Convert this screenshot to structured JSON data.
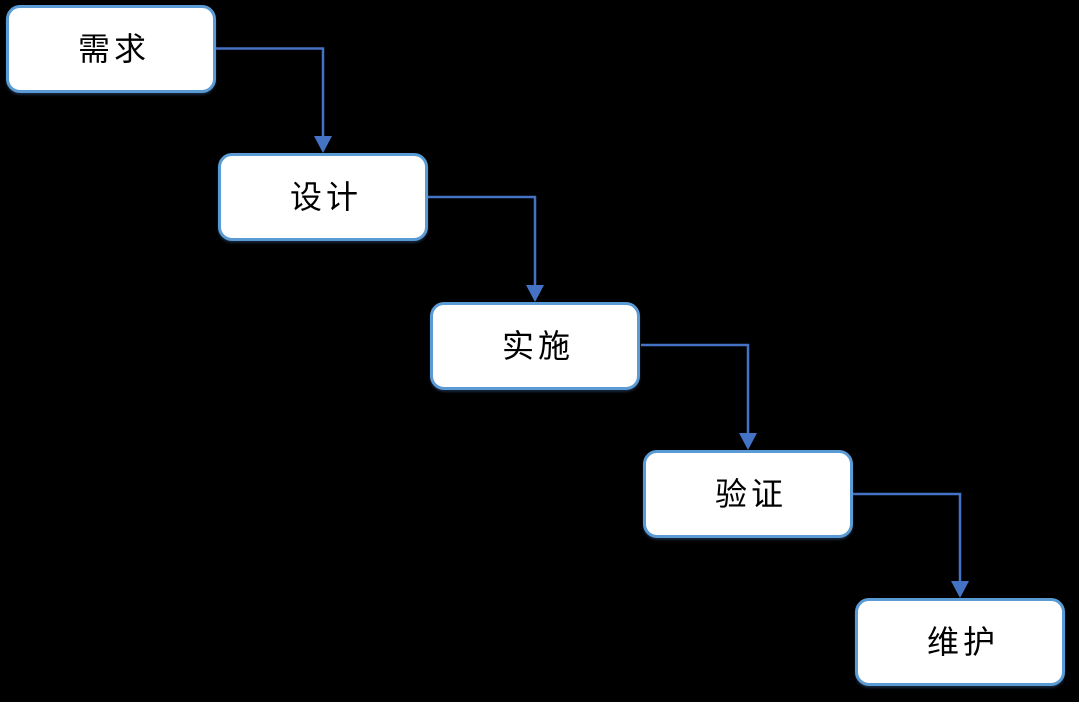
{
  "diagram": {
    "type": "flowchart",
    "model": "waterfall",
    "steps": [
      {
        "label": "需求"
      },
      {
        "label": "设计"
      },
      {
        "label": "实施"
      },
      {
        "label": "验证"
      },
      {
        "label": "维护"
      }
    ],
    "connections": [
      {
        "from": "需求",
        "to": "设计"
      },
      {
        "from": "设计",
        "to": "实施"
      },
      {
        "from": "实施",
        "to": "验证"
      },
      {
        "from": "验证",
        "to": "维护"
      }
    ],
    "colors": {
      "background": "#000000",
      "box_fill": "#FFFFFF",
      "box_border": "#5B9BD5",
      "connector": "#4472C4",
      "text": "#000000"
    }
  }
}
